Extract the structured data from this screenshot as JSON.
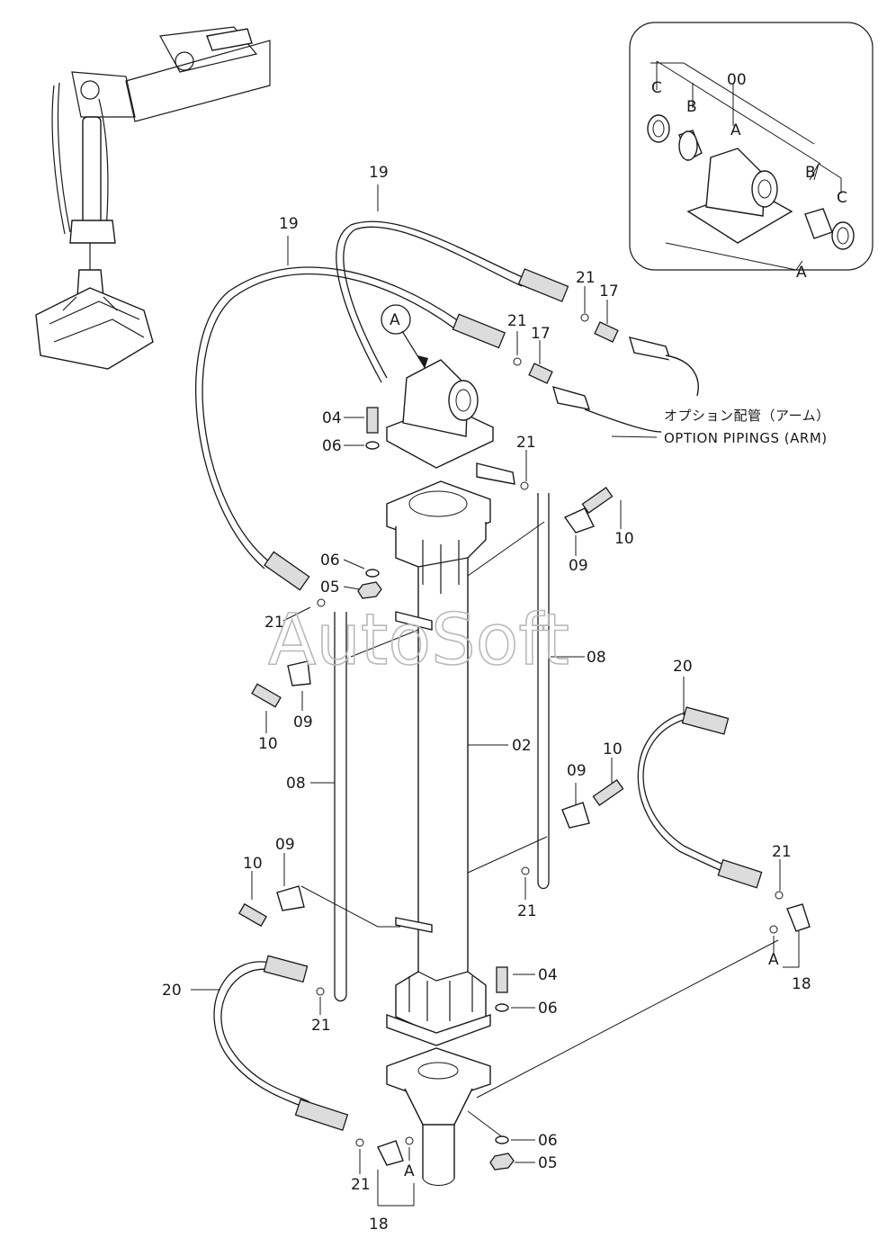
{
  "watermark": "AutoSoft",
  "option_piping": {
    "japanese": "オプション配管（アーム）",
    "english": "OPTION PIPINGS (ARM)"
  },
  "callout_marker": "A",
  "inset": {
    "labels": [
      "C",
      "B",
      "00",
      "A",
      "B",
      "C",
      "A"
    ]
  },
  "part_labels": {
    "19a": "19",
    "19b": "19",
    "21a": "21",
    "17a": "17",
    "21b": "21",
    "17b": "17",
    "04a": "04",
    "06a": "06",
    "21c": "21",
    "10a": "10",
    "09a": "09",
    "06b": "06",
    "05a": "05",
    "21d": "21",
    "08a": "08",
    "09b": "09",
    "10b": "10",
    "02": "02",
    "20a": "20",
    "10c": "10",
    "09c": "09",
    "08b": "08",
    "21e": "21",
    "10d": "10",
    "09d": "09",
    "21f": "21",
    "A1": "A",
    "18a": "18",
    "20b": "20",
    "04b": "04",
    "21g": "21",
    "06c": "06",
    "06d": "06",
    "05b": "05",
    "21h": "21",
    "A2": "A",
    "18b": "18"
  }
}
